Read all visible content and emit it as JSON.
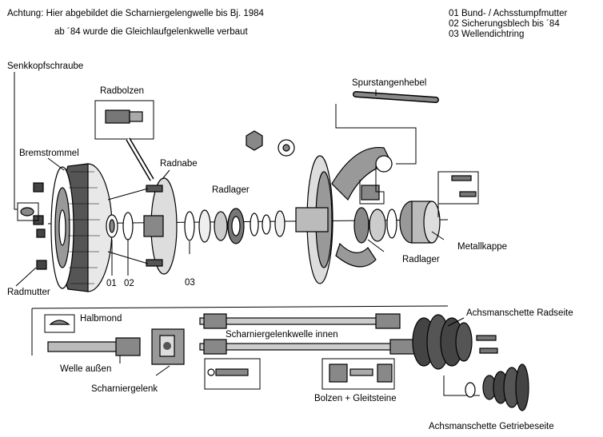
{
  "notes": {
    "line1": "Achtung: Hier abgebildet die Scharniergelengwelle bis Bj. 1984",
    "line2": "ab ´84 wurde die Gleichlaufgelenkwelle verbaut"
  },
  "legend": [
    "01 Bund- / Achsstumpfmutter",
    "02 Sicherungsblech bis ´84",
    "03 Wellendichtring"
  ],
  "labels": {
    "senkkopfschraube": "Senkkopfschraube",
    "radbolzen": "Radbolzen",
    "bremstrommel": "Bremstrommel",
    "radnabe": "Radnabe",
    "radlager_top": "Radlager",
    "spurstangenhebel": "Spurstangenhebel",
    "metallkappe": "Metallkappe",
    "radlager_right": "Radlager",
    "radmutter": "Radmutter",
    "num01": "01",
    "num02": "02",
    "num03": "03",
    "halbmond": "Halbmond",
    "welle_aussen": "Welle außen",
    "scharniergelenk": "Scharniergelenk",
    "scharniergelenkwelle_innen": "Scharniergelenkwelle innen",
    "achsmanschette_radseite": "Achsmanschette Radseite",
    "bolzen_gleitsteine": "Bolzen + Gleitsteine",
    "achsmanschette_getriebeseite": "Achsmanschette Getriebeseite"
  }
}
